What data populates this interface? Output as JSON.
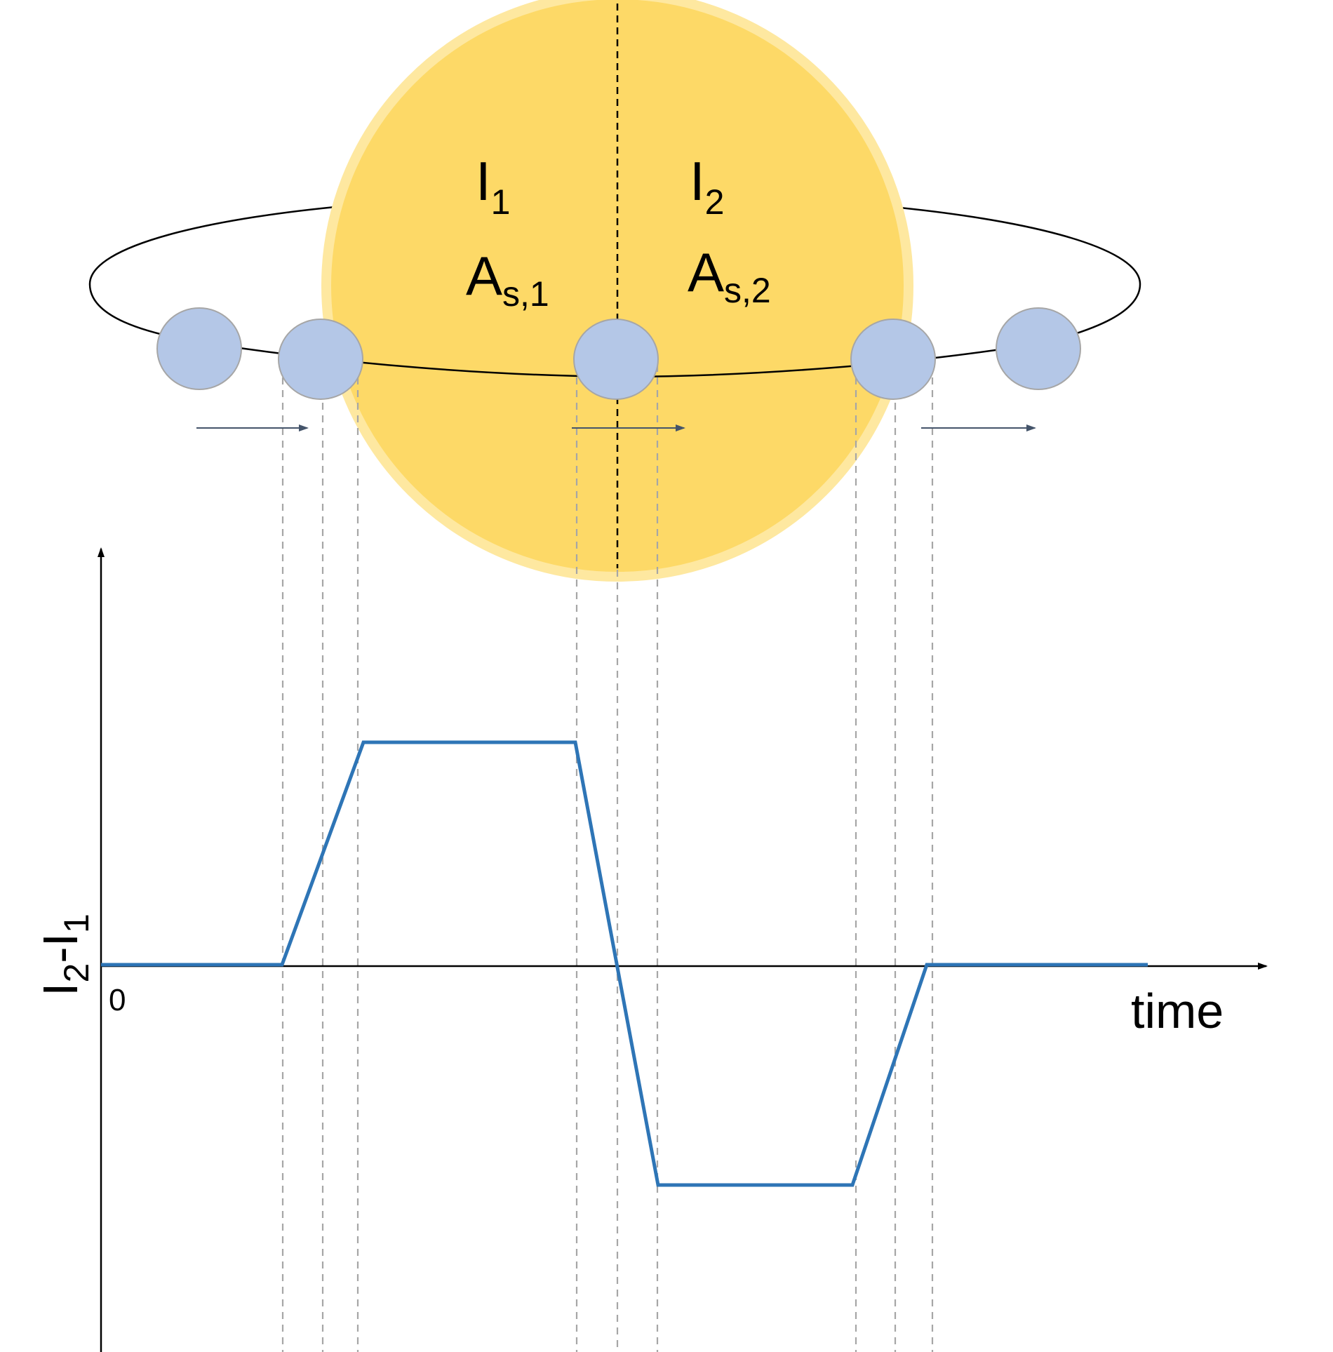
{
  "diagram": {
    "labels": {
      "intensity_left": {
        "main": "I",
        "sub": "1"
      },
      "intensity_right": {
        "main": "I",
        "sub": "2"
      },
      "area_left": {
        "main": "A",
        "sub": "s,1"
      },
      "area_right": {
        "main": "A",
        "sub": "s,2"
      }
    },
    "plot": {
      "y_axis_label": {
        "first": "I",
        "first_sub": "2",
        "dash": "-",
        "second": "I",
        "second_sub": "1"
      },
      "x_axis_label": "time",
      "origin_label": "0"
    },
    "colors": {
      "star_fill": "#FDD967",
      "star_rim": "#FEE8A0",
      "planet_fill": "#B4C7E7",
      "planet_stroke": "#A6A6A6",
      "curve": "#2E75B6",
      "guide_lines": "#A6A6A6",
      "motion_arrows": "#44546A"
    }
  }
}
